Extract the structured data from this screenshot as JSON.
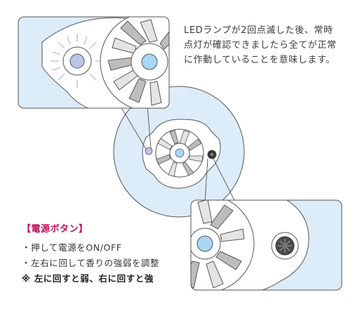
{
  "note": {
    "lines": [
      "LEDランプが2回点滅した後、常時",
      "点灯が確認できましたら全てが正常",
      "に作動していることを意味します。"
    ]
  },
  "power_button": {
    "heading": "【電源ボタン】",
    "items": [
      "・押して電源をON/OFF",
      "・左右に回して香りの強弱を調整"
    ],
    "emphasis": "※ 左に回すと弱、右に回すと強"
  },
  "colors": {
    "panel_bg": "#dcecf8",
    "led_blue": "#a8d6f4",
    "heading_accent": "#c0105a",
    "fan_gray": "#8c8c8c"
  },
  "icons": [
    "led-glow-icon",
    "fan-icon",
    "power-dial-icon"
  ]
}
